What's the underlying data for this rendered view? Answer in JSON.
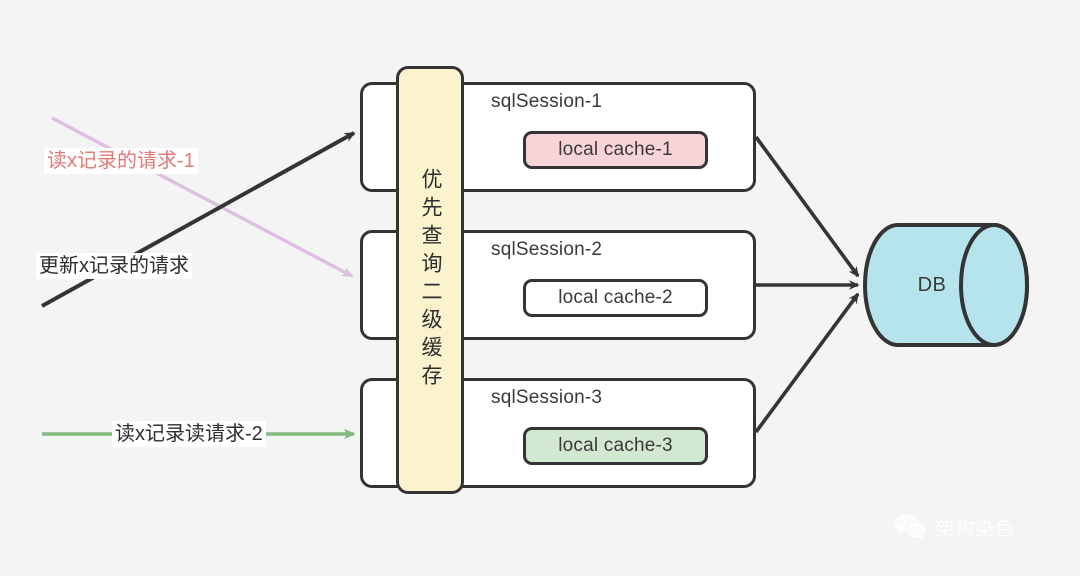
{
  "diagram": {
    "background_color": "#f4f4f4",
    "stroke_color": "#343434",
    "l2_cache": {
      "label": "优先查询二级缓存",
      "fill_color": "#faf3cd"
    },
    "sessions": [
      {
        "title": "sqlSession-1",
        "cache_label": "local cache-1",
        "cache_color": "#f8d4d8"
      },
      {
        "title": "sqlSession-2",
        "cache_label": "local cache-2",
        "cache_color": "#ffffff"
      },
      {
        "title": "sqlSession-3",
        "cache_label": "local cache-3",
        "cache_color": "#d3e8d0"
      }
    ],
    "database": {
      "label": "DB",
      "fill_color": "#b5e4ec"
    },
    "requests": [
      {
        "name": "read-request-1",
        "label": "读x记录的请求-1",
        "color": "#e07b76",
        "arrow_color": "#dcc0e0",
        "target": "sqlSession-2"
      },
      {
        "name": "update-request",
        "label": "更新x记录的请求",
        "color": "#2e2e2e",
        "arrow_color": "#343434",
        "target": "sqlSession-1"
      },
      {
        "name": "read-request-2",
        "label": "读x记录读请求-2",
        "color": "#2e2e2e",
        "arrow_color": "#82b97d",
        "target": "sqlSession-3"
      }
    ]
  },
  "watermark": {
    "text": "架构染色",
    "icon": "wechat-icon",
    "color": "#ffffff"
  }
}
